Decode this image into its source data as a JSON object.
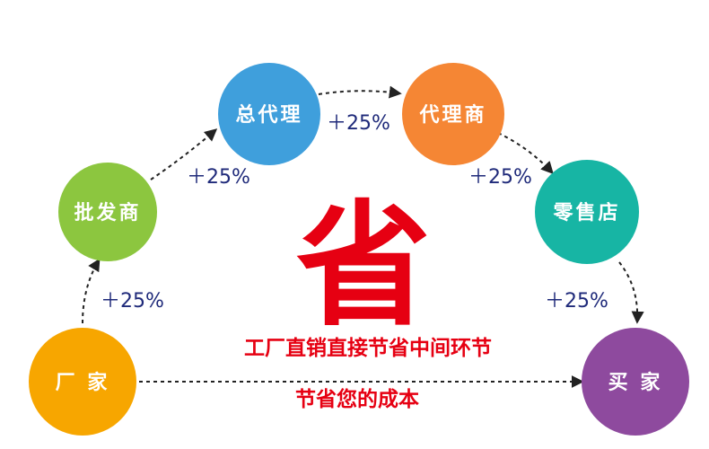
{
  "nodes": [
    {
      "id": "manufacturer",
      "label": "厂 家",
      "color": "#f7a600"
    },
    {
      "id": "wholesaler",
      "label": "批发商",
      "color": "#8cc63f"
    },
    {
      "id": "general-agent",
      "label": "总代理",
      "color": "#3f9fdc"
    },
    {
      "id": "agent",
      "label": "代理商",
      "color": "#f58634"
    },
    {
      "id": "retail-store",
      "label": "零售店",
      "color": "#17b5a4"
    },
    {
      "id": "buyer",
      "label": "买 家",
      "color": "#8e4a9e"
    }
  ],
  "markups": [
    "＋25%",
    "＋25%",
    "＋25%",
    "＋25%",
    "＋25%"
  ],
  "center_char": "省",
  "slogan_line1": "工厂直销直接节省中间环节",
  "slogan_line2": "节省您的成本"
}
